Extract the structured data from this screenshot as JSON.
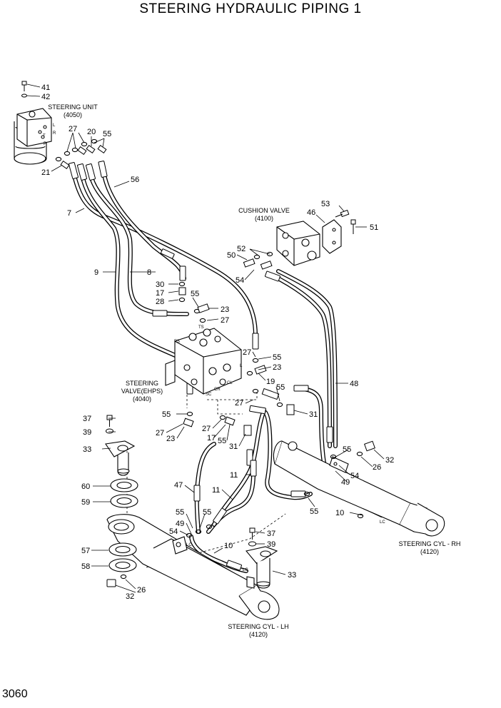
{
  "title": "STEERING HYDRAULIC PIPING 1",
  "page_number": "3060",
  "components": [
    {
      "name": "STEERING UNIT",
      "code": "(4050)"
    },
    {
      "name": "CUSHION VALVE",
      "code": "(4100)"
    },
    {
      "name": "STEERING",
      "name2": "VALVE(EHPS)",
      "code": "(4040)"
    },
    {
      "name": "STEERING CYL - RH",
      "code": "(4120)"
    },
    {
      "name": "STEERING CYL - LH",
      "code": "(4120)"
    }
  ],
  "port_marks": [
    "L",
    "R",
    "T",
    "P",
    "PS",
    "TS",
    "CL",
    "CR",
    "L",
    "SC",
    "LC",
    "LC"
  ],
  "callouts": [
    "41",
    "42",
    "27",
    "20",
    "55",
    "21",
    "56",
    "7",
    "9",
    "8",
    "30",
    "17",
    "28",
    "55",
    "23",
    "27",
    "53",
    "46",
    "51",
    "52",
    "50",
    "54",
    "27",
    "55",
    "23",
    "19",
    "55",
    "27",
    "31",
    "48",
    "37",
    "39",
    "33",
    "55",
    "27",
    "23",
    "27",
    "17",
    "55",
    "31",
    "11",
    "60",
    "59",
    "47",
    "11",
    "55",
    "55",
    "49",
    "54",
    "55",
    "10",
    "37",
    "39",
    "57",
    "58",
    "32",
    "26",
    "33",
    "55",
    "32",
    "26",
    "54",
    "49",
    "10"
  ]
}
